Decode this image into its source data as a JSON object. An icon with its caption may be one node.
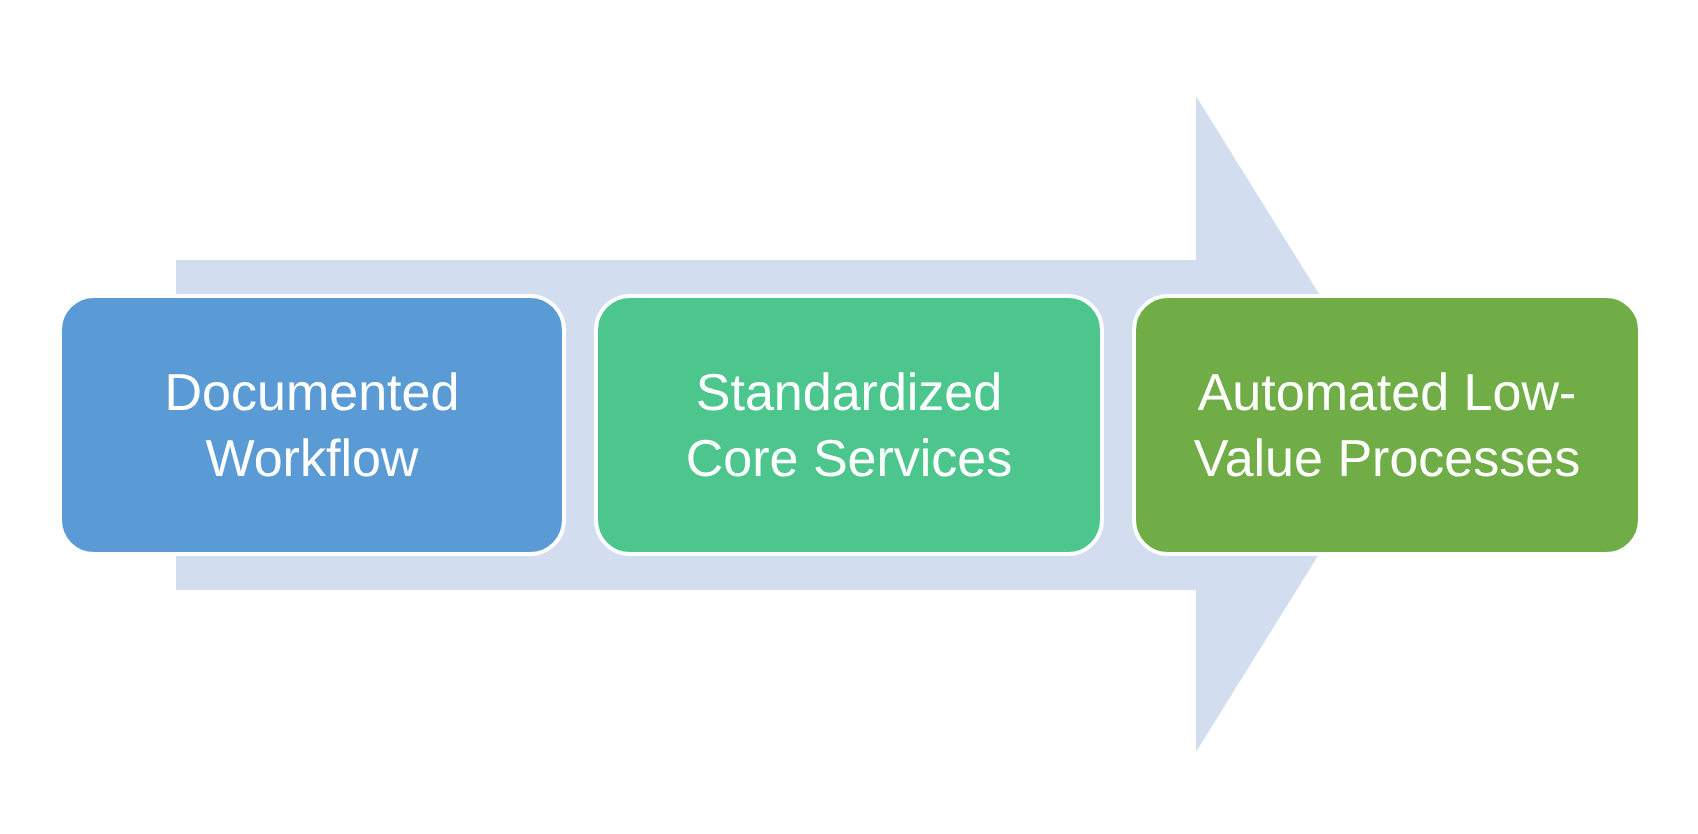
{
  "diagram": {
    "nodes": [
      {
        "text": [
          "Documented Workflow"
        ]
      },
      {
        "text": [
          "Standardized Core Services"
        ]
      },
      {
        "text": [
          "Automated Low-Value Processes"
        ]
      }
    ],
    "edges": [
      {
        "from": 0,
        "to": 2,
        "arrow": "to"
      }
    ]
  }
}
